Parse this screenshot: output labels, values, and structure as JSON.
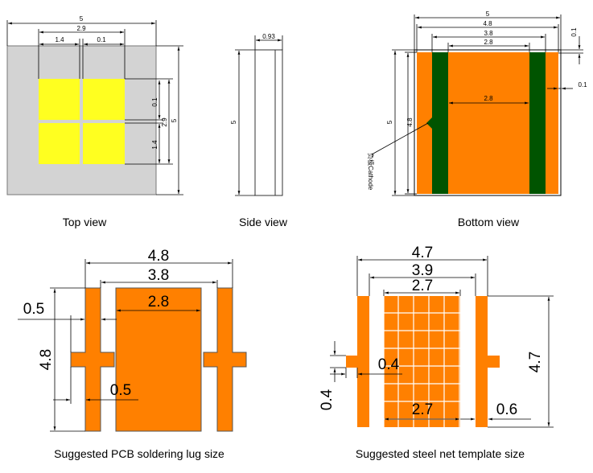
{
  "colors": {
    "package_gray": "#d3d3d3",
    "chip_yellow": "#ffff20",
    "pad_orange": "#ff8000",
    "stripe_green": "#005400"
  },
  "top_view": {
    "caption": "Top view",
    "dim_5": "5",
    "dim_2_9": "2.9",
    "dim_1_4": "1.4",
    "dim_0_1": "0.1",
    "right_0_1": "0.1",
    "right_2_9": "2.9",
    "right_5": "5",
    "right_1_4": "1.4"
  },
  "side_view": {
    "caption": "Side view",
    "dim_thickness": "0.93",
    "dim_height": "5"
  },
  "bottom_view": {
    "caption": "Bottom view",
    "dim_5": "5",
    "dim_4_8": "4.8",
    "dim_3_8": "3.8",
    "dim_2_8": "2.8",
    "dim_0_1_top": "0.1",
    "dim_0_1_right": "0.1",
    "dim_center_2_8": "2.8",
    "dim_left_5": "5",
    "dim_left_4_8": "4.8",
    "cathode_label": "负极Cathode"
  },
  "pcb_lug": {
    "caption": "Suggested PCB soldering lug size",
    "dim_4_8": "4.8",
    "dim_3_8": "3.8",
    "dim_2_8": "2.8",
    "dim_0_5_top": "0.5",
    "dim_4_8_vertical": "4.8",
    "dim_0_5_bottom": "0.5"
  },
  "steel_net": {
    "caption": "Suggested steel net template size",
    "dim_4_7": "4.7",
    "dim_3_9": "3.9",
    "dim_2_7_top": "2.7",
    "dim_4_7_vertical": "4.7",
    "dim_0_4_right": "0.4",
    "dim_0_4_left": "0.4",
    "dim_2_7_bottom": "2.7",
    "dim_0_6": "0.6"
  }
}
